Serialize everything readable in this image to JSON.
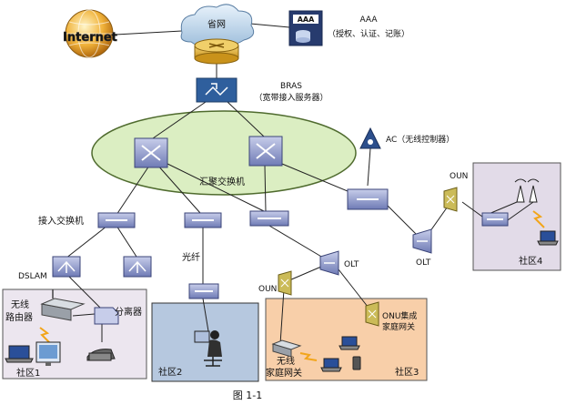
{
  "caption": "图 1-1",
  "colors": {
    "community_bg": "#ece6ef",
    "community2_bg": "#b6c8df",
    "community3_bg": "#f8cfa9",
    "ellipse_fill": "#dbeec2",
    "ellipse_stroke": "#4f6b2e",
    "cloud_fill": "#c9dff2",
    "router_fill": "#e7b93e",
    "switch_fill": "#8794c8",
    "wire": "#222222",
    "wifi_signal": "#f2a51a"
  },
  "nodes": {
    "internet": {
      "label": "Internet",
      "icon": "globe-icon"
    },
    "province_net": {
      "label": "省网",
      "icon": "cloud-icon"
    },
    "aaa": {
      "title": "AAA",
      "subtitle": "（授权、认证、记账）",
      "icon_text": "AAA",
      "icon": "server-icon"
    },
    "bras": {
      "title": "BRAS",
      "subtitle": "（宽带接入服务器）",
      "icon": "router-icon"
    },
    "ac": {
      "label": "AC（无线控制器）",
      "icon": "wireless-controller-icon"
    },
    "aggregation": {
      "label": "汇聚交换机",
      "icon": "layer3-switch-icon"
    },
    "access_switch": {
      "label": "接入交换机",
      "icon": "switch-icon"
    },
    "dslam": {
      "label": "DSLAM",
      "icon": "dslam-icon"
    },
    "fiber": {
      "label": "光纤"
    },
    "olt_center": {
      "label": "OLT",
      "icon": "olt-icon"
    },
    "olt_right": {
      "label": "OLT",
      "icon": "olt-icon"
    },
    "oun_left": {
      "label": "OUN",
      "icon": "onu-icon"
    },
    "oun_right": {
      "label": "OUN",
      "icon": "onu-icon"
    }
  },
  "communities": {
    "c1": {
      "name": "社区1",
      "wireless_router": "无线\n路由器",
      "splitter": "分离器"
    },
    "c2": {
      "name": "社区2"
    },
    "c3": {
      "name": "社区3",
      "onu_gateway": "ONU集成\n家庭网关",
      "wireless_gateway": "无线\n家庭网关"
    },
    "c4": {
      "name": "社区4"
    }
  }
}
